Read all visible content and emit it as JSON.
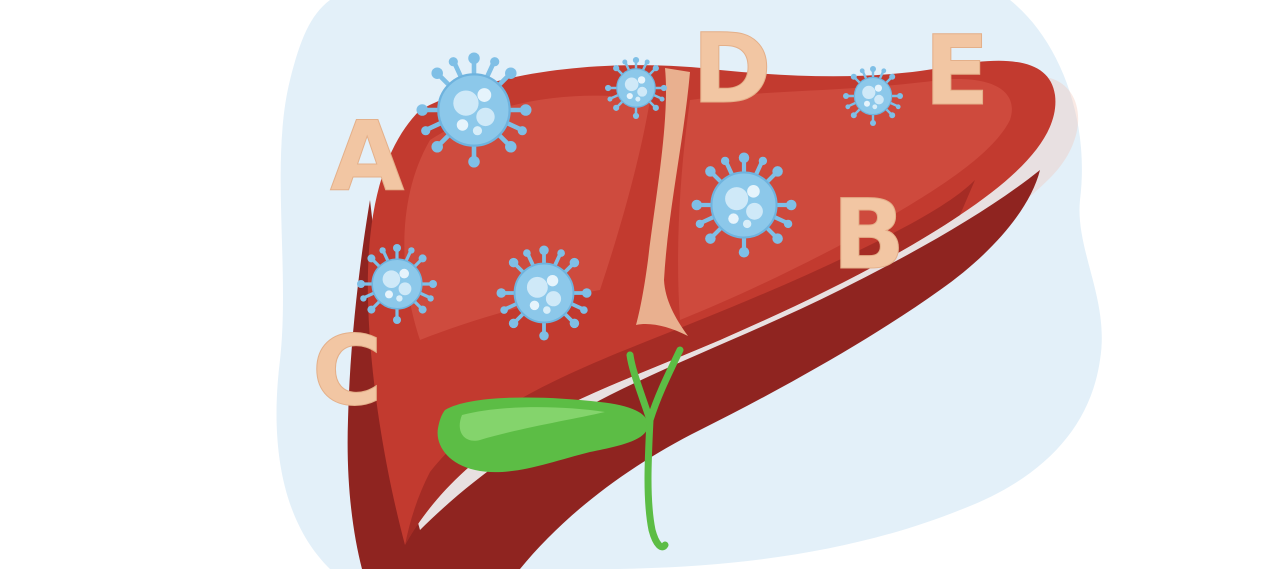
{
  "illustration": {
    "subject": "liver",
    "labels": [
      "A",
      "B",
      "C",
      "D",
      "E"
    ],
    "colors": {
      "background_blob": "#e3f0f9",
      "liver_main": "#c23a2f",
      "liver_dark": "#8f2420",
      "liver_highlight": "#d95a4b",
      "ligament": "#e9b08f",
      "gallbladder": "#5cbd45",
      "gallbladder_light": "#84d46c",
      "virus_body": "#8cc8ea",
      "virus_light": "#cfe9f8",
      "letter_color": "#f2c6a3"
    },
    "icons": [
      "virus-icon"
    ]
  }
}
